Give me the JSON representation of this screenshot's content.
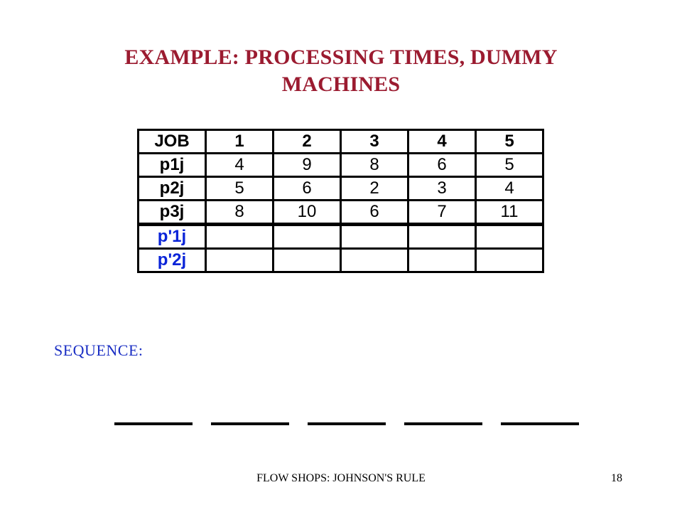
{
  "title": "EXAMPLE:  PROCESSING TIMES, DUMMY MACHINES",
  "table": {
    "header": [
      "JOB",
      "1",
      "2",
      "3",
      "4",
      "5"
    ],
    "rows": [
      {
        "label": "p1j",
        "values": [
          "4",
          "9",
          "8",
          "6",
          "5"
        ]
      },
      {
        "label": "p2j",
        "values": [
          "5",
          "6",
          "2",
          "3",
          "4"
        ]
      },
      {
        "label": "p3j",
        "values": [
          "8",
          "10",
          "6",
          "7",
          "11"
        ]
      },
      {
        "label": "p'1j",
        "values": [
          "",
          "",
          "",
          "",
          ""
        ]
      },
      {
        "label": "p'2j",
        "values": [
          "",
          "",
          "",
          "",
          ""
        ]
      }
    ]
  },
  "sequence_label": "SEQUENCE:",
  "sequence_slots": [
    "",
    "",
    "",
    "",
    ""
  ],
  "footer": {
    "title": "FLOW SHOPS:  JOHNSON'S RULE",
    "page_number": "18"
  },
  "colors": {
    "title": "#9b1b30",
    "dummy_labels": "#0a24d8",
    "sequence_label": "#1b2fc4"
  }
}
